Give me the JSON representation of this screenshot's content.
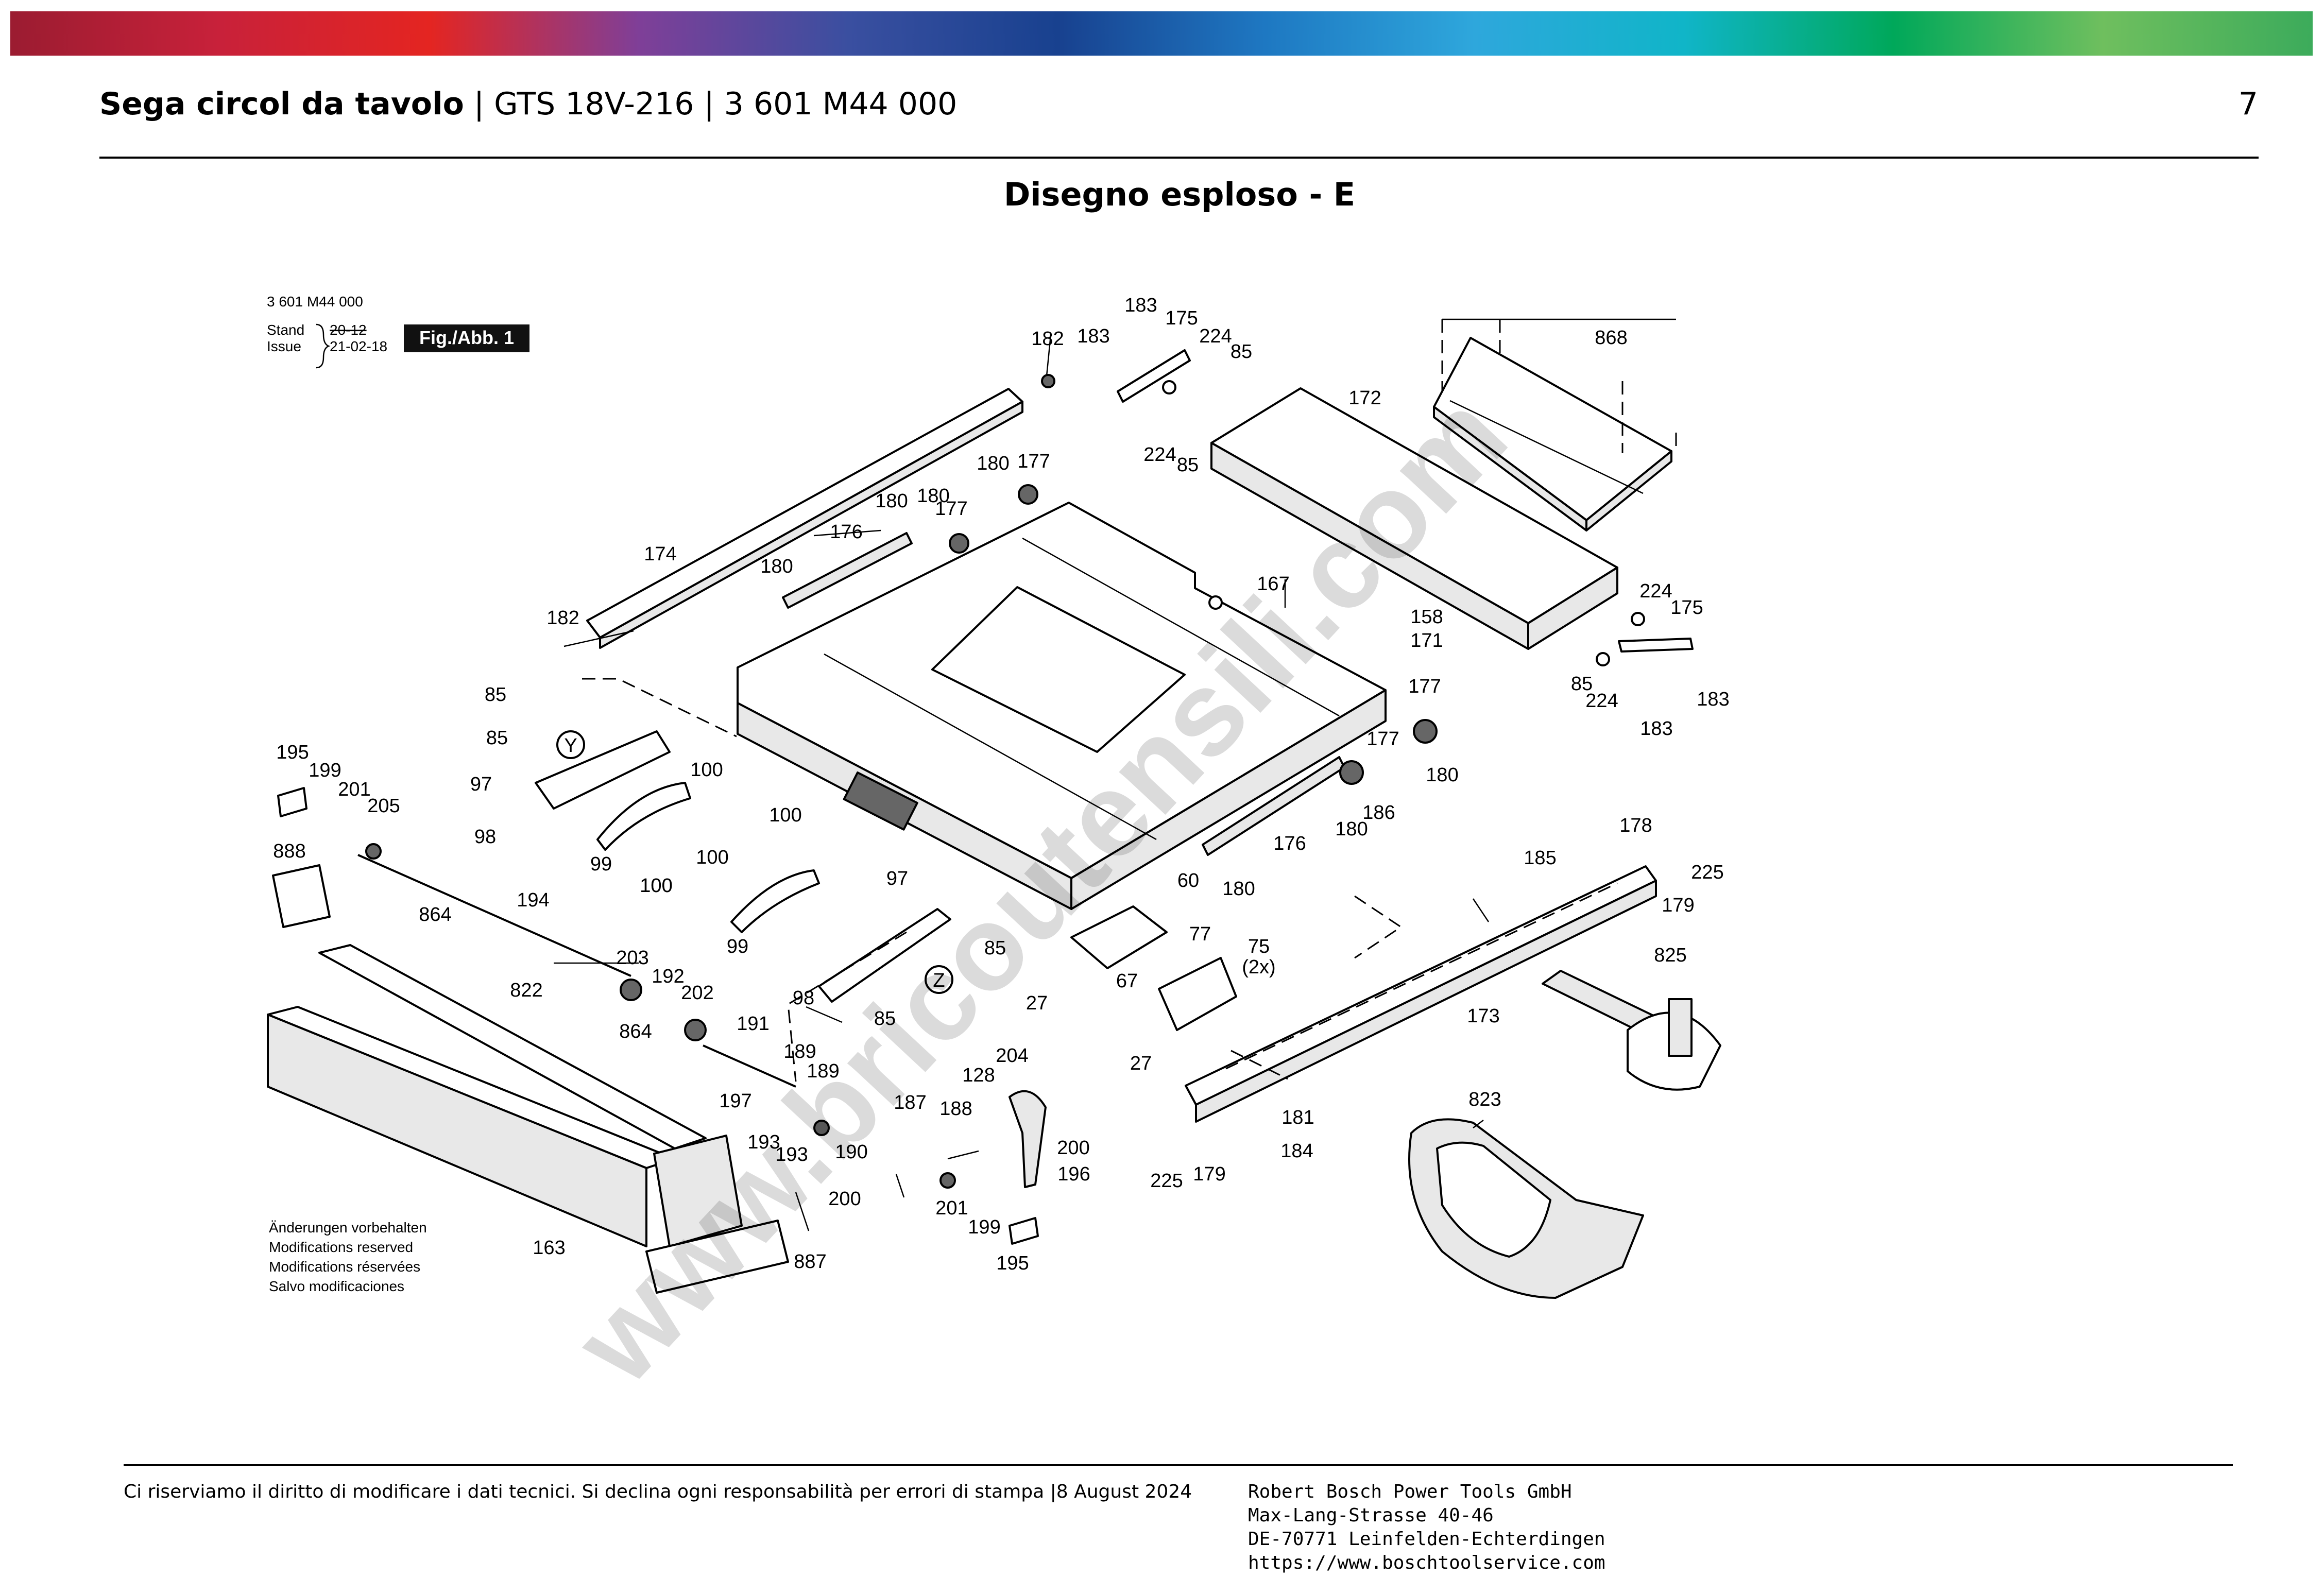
{
  "header": {
    "title_bold": "Sega circol da tavolo",
    "title_rest": " | GTS 18V-216 | 3 601 M44 000",
    "page_number": "7"
  },
  "diagram_title": "Disegno esploso - E",
  "brand_colors": [
    "#9b1c31",
    "#c8213a",
    "#e42521",
    "#7f3f98",
    "#3a4fa0",
    "#18418f",
    "#1e78c2",
    "#2ea7dc",
    "#10b5c8",
    "#00a85a",
    "#6fbf5e",
    "#3cab5b"
  ],
  "drawing_meta": {
    "part_number": "3 601 M44 000",
    "stand_label": "Stand",
    "issue_label": "Issue",
    "stand_value": "20-12",
    "issue_value": "21-02-18",
    "figure_label": "Fig./Abb. 1",
    "modifications": [
      "Änderungen vorbehalten",
      "Modifications reserved",
      "Modifications réservées",
      "Salvo modificaciones"
    ]
  },
  "callouts": {
    "y_marker": "Y",
    "z_marker": "Z",
    "labels": [
      "183",
      "175",
      "224",
      "85",
      "182",
      "183",
      "868",
      "172",
      "224",
      "85",
      "180",
      "177",
      "180",
      "180",
      "177",
      "176",
      "174",
      "180",
      "167",
      "85",
      "224",
      "175",
      "182",
      "158",
      "171",
      "85",
      "224",
      "183",
      "183",
      "177",
      "180",
      "177",
      "186",
      "180",
      "85",
      "195",
      "199",
      "201",
      "205",
      "97",
      "98",
      "100",
      "100",
      "99",
      "100",
      "176",
      "180",
      "888",
      "864",
      "194",
      "100",
      "100",
      "99",
      "97",
      "85",
      "60",
      "77",
      "75",
      "(2x)",
      "67",
      "27",
      "178",
      "225",
      "185",
      "179",
      "825",
      "203",
      "192",
      "202",
      "864",
      "191",
      "822",
      "98",
      "85",
      "27",
      "128",
      "204",
      "189",
      "189",
      "197",
      "193",
      "193",
      "190",
      "187",
      "188",
      "200",
      "173",
      "181",
      "184",
      "179",
      "225",
      "823",
      "201",
      "199",
      "196",
      "200",
      "195",
      "163",
      "887"
    ]
  },
  "watermark": "www.bricoutensili.com",
  "footer": {
    "left": "Ci riserviamo il diritto di modificare i dati tecnici. Si declina ogni responsabilità per errori di stampa |8 August 2024",
    "right": [
      "Robert Bosch Power Tools GmbH",
      "Max-Lang-Strasse 40-46",
      "DE-70771 Leinfelden-Echterdingen",
      "https://www.boschtoolservice.com"
    ]
  }
}
